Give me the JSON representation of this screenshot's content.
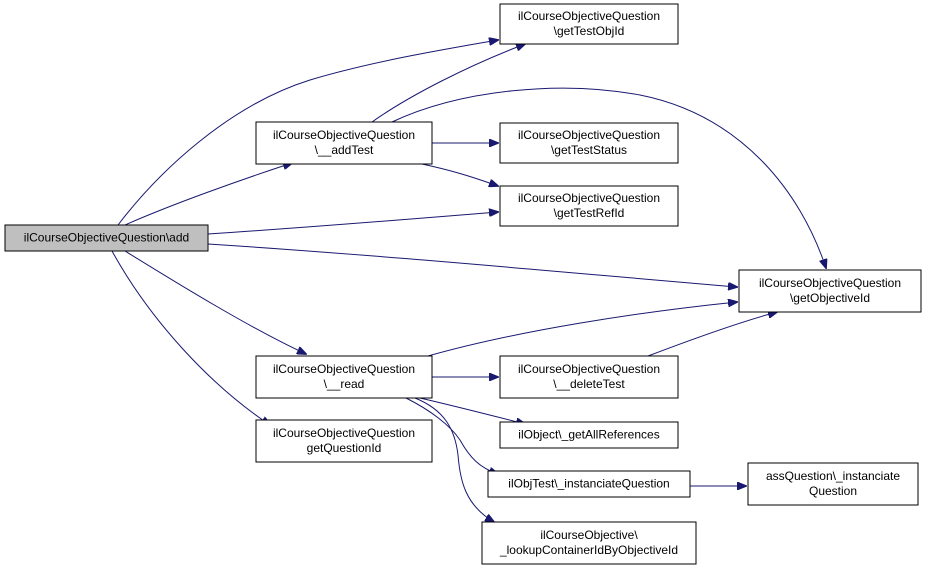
{
  "graph": {
    "edge_color": "#191970",
    "root_fill": "#bfbfbf",
    "nodes": [
      {
        "id": "add",
        "lines": [
          "ilCourseObjectiveQuestion\\add"
        ],
        "root": true
      },
      {
        "id": "addTest",
        "lines": [
          "ilCourseObjectiveQuestion",
          "\\__addTest"
        ]
      },
      {
        "id": "read",
        "lines": [
          "ilCourseObjectiveQuestion",
          "\\__read"
        ]
      },
      {
        "id": "getQuestionId",
        "lines": [
          "ilCourseObjectiveQuestion",
          "getQuestionId"
        ]
      },
      {
        "id": "getTestObjId",
        "lines": [
          "ilCourseObjectiveQuestion",
          "\\getTestObjId"
        ]
      },
      {
        "id": "getTestStatus",
        "lines": [
          "ilCourseObjectiveQuestion",
          "\\getTestStatus"
        ]
      },
      {
        "id": "getTestRefId",
        "lines": [
          "ilCourseObjectiveQuestion",
          "\\getTestRefId"
        ]
      },
      {
        "id": "getObjectiveId",
        "lines": [
          "ilCourseObjectiveQuestion",
          "\\getObjectiveId"
        ]
      },
      {
        "id": "deleteTest",
        "lines": [
          "ilCourseObjectiveQuestion",
          "\\__deleteTest"
        ]
      },
      {
        "id": "getAllReferences",
        "lines": [
          "ilObject\\_getAllReferences"
        ]
      },
      {
        "id": "instanciateQuestion",
        "lines": [
          "ilObjTest\\_instanciateQuestion"
        ]
      },
      {
        "id": "lookupContainer",
        "lines": [
          "ilCourseObjective\\",
          "_lookupContainerIdByObjectiveId"
        ]
      },
      {
        "id": "assInstanciate",
        "lines": [
          "assQuestion\\_instanciate",
          "Question"
        ]
      }
    ],
    "edges": [
      {
        "from": "add",
        "to": "getTestObjId"
      },
      {
        "from": "add",
        "to": "addTest"
      },
      {
        "from": "add",
        "to": "getTestRefId"
      },
      {
        "from": "add",
        "to": "getObjectiveId"
      },
      {
        "from": "add",
        "to": "read"
      },
      {
        "from": "add",
        "to": "getQuestionId"
      },
      {
        "from": "addTest",
        "to": "getTestObjId"
      },
      {
        "from": "addTest",
        "to": "getObjectiveId"
      },
      {
        "from": "addTest",
        "to": "getTestStatus"
      },
      {
        "from": "addTest",
        "to": "getTestRefId"
      },
      {
        "from": "read",
        "to": "getObjectiveId"
      },
      {
        "from": "read",
        "to": "deleteTest"
      },
      {
        "from": "read",
        "to": "getAllReferences"
      },
      {
        "from": "read",
        "to": "instanciateQuestion"
      },
      {
        "from": "read",
        "to": "lookupContainer"
      },
      {
        "from": "deleteTest",
        "to": "getObjectiveId"
      },
      {
        "from": "instanciateQuestion",
        "to": "assInstanciate"
      }
    ]
  }
}
